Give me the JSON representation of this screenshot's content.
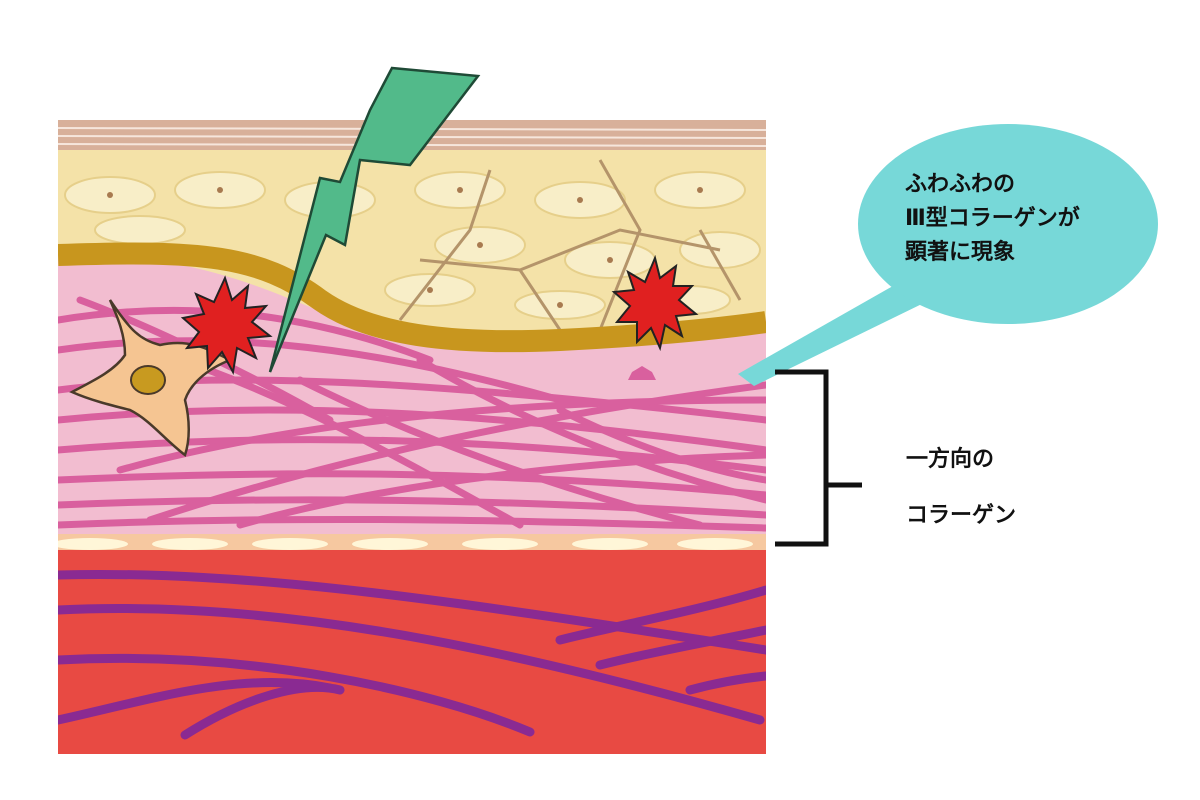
{
  "callout": {
    "lines": [
      "ふわふわの",
      "Ⅲ型コラーゲンが",
      "顕著に現象"
    ],
    "bubble_color": "#77d8d8"
  },
  "bracket_label": {
    "lines": [
      "一方向の",
      "コラーゲン"
    ]
  },
  "icons": {
    "lightning": "lightning-bolt-icon",
    "damage": "red-burst-icon",
    "cell": "fibroblast-cell-icon"
  },
  "colors": {
    "epidermis_cells": "#f4e2a8",
    "basement_membrane": "#c8961e",
    "dermis": "#f2bdd0",
    "collagen_fibers": "#d9609e",
    "muscle": "#e84a43",
    "muscle_fibers": "#8a2a92",
    "lightning": "#52ba8a",
    "burst": "#e02020",
    "cell": "#f5c592"
  }
}
